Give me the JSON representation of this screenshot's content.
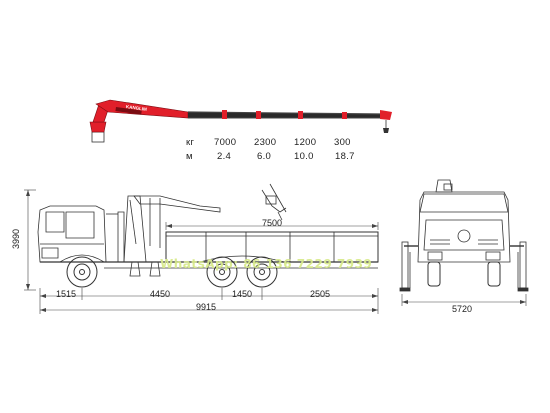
{
  "crane_brand": "KANGLIM",
  "capacity_table": {
    "kg_label": "кг",
    "m_label": "м",
    "loads": [
      "7000",
      "2300",
      "1200",
      "300"
    ],
    "reach": [
      "2.4",
      "6.0",
      "10.0",
      "18.7"
    ]
  },
  "dimensions": {
    "height": "3990",
    "body_length": "7500",
    "front_overhang": "1515",
    "wheelbase": "4450",
    "axle_spacing": "1450",
    "rear_overhang": "2505",
    "overall_length": "9915",
    "outrigger_span": "5720"
  },
  "watermark": "WhatsApp: 86 136 7229 7939"
}
